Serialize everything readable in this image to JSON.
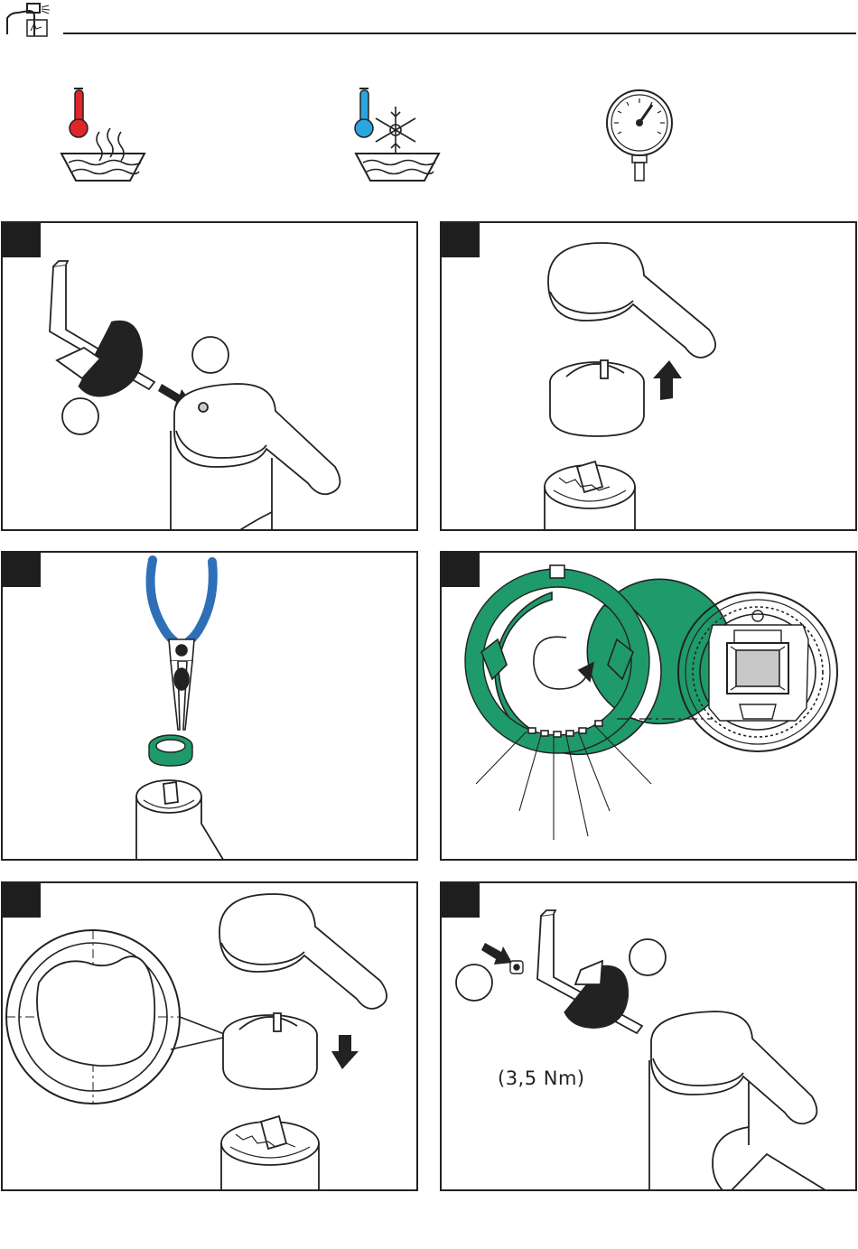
{
  "header": {
    "icons": [
      "hand-spray-cleaning-icon",
      "hot-water-icon",
      "cold-water-icon",
      "pressure-gauge-icon"
    ]
  },
  "steps": [
    {
      "id": 1,
      "icons": [
        "allen-key-icon",
        "loosen-rotation-arrow-icon",
        "screw-icon"
      ]
    },
    {
      "id": 2,
      "icons": [
        "handle-lever-icon",
        "cap-icon",
        "up-arrow-icon",
        "cartridge-body-icon"
      ]
    },
    {
      "id": 3,
      "icons": [
        "pliers-icon",
        "green-limiter-ring-icon",
        "cartridge-body-icon"
      ]
    },
    {
      "id": 4,
      "icons": [
        "green-limiter-ring-icon",
        "rotate-clockwise-icon",
        "cartridge-top-view-icon"
      ]
    },
    {
      "id": 5,
      "icons": [
        "cap-detail-zoom-icon",
        "handle-lever-icon",
        "down-arrow-icon",
        "cartridge-body-icon"
      ]
    },
    {
      "id": 6,
      "icons": [
        "screw-icon",
        "allen-key-icon",
        "tighten-rotation-arrow-icon",
        "handle-lever-icon"
      ],
      "torque_label": "(3,5 Nm)"
    }
  ],
  "colors": {
    "hot": "#e0262b",
    "cold": "#2aa6de",
    "ring_green": "#1f9a6a",
    "pliers_blue": "#2f6fb8",
    "line": "#222222"
  }
}
